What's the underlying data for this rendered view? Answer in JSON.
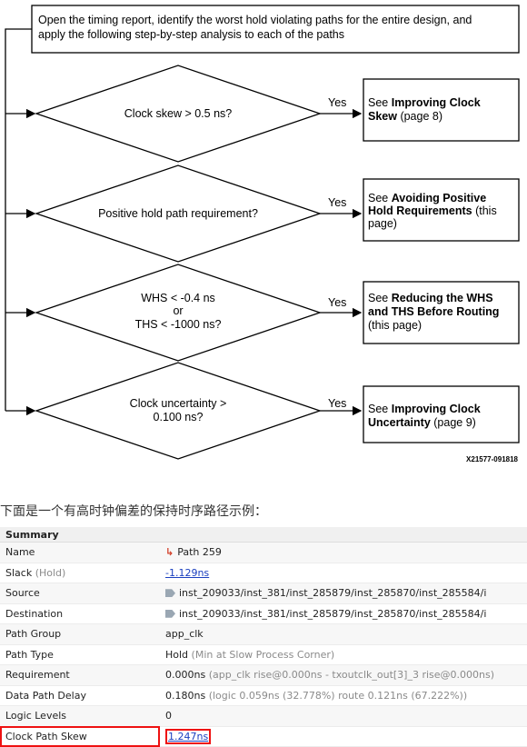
{
  "flow": {
    "intro_line1": "Open the timing report, identify the worst hold violating paths for the entire design, and",
    "intro_line2": "apply the following step-by-step analysis to each of the paths",
    "yes": "Yes",
    "d1": "Clock skew > 0.5 ns?",
    "d2": "Positive hold path requirement?",
    "d3_l1": "WHS < -0.4 ns",
    "d3_l2": "or",
    "d3_l3": "THS < -1000 ns?",
    "d4_l1": "Clock uncertainty >",
    "d4_l2": "0.100 ns?",
    "see": "See",
    "r1_l1_b": "Improving Clock",
    "r1_l2_b": "Skew",
    "r1_l2": " (page 8)",
    "r2_l1_b": "Avoiding Positive",
    "r2_l2_b": "Hold Requirements",
    "r2_l2": " (this",
    "r2_l3": "page)",
    "r3_l1_b": "Reducing the WHS",
    "r3_l2_b": "and THS Before Routing",
    "r3_l3": "(this page)",
    "r4_l1_b": "Improving Clock",
    "r4_l2_b": "Uncertainty",
    "r4_l2": " (page 9)",
    "figure_id": "X21577-091818"
  },
  "caption": "下面是一个有高时钟偏差的保持时序路径示例：",
  "summary": {
    "header": "Summary",
    "rows": {
      "name": {
        "label": "Name",
        "value": "Path 259"
      },
      "slack": {
        "label": "Slack",
        "label_note": "(Hold)",
        "value": "-1.129ns"
      },
      "source": {
        "label": "Source",
        "value": "inst_209033/inst_381/inst_285879/inst_285870/inst_285584/i"
      },
      "destination": {
        "label": "Destination",
        "value": "inst_209033/inst_381/inst_285879/inst_285870/inst_285584/i"
      },
      "path_group": {
        "label": "Path Group",
        "value": "app_clk"
      },
      "path_type": {
        "label": "Path Type",
        "value": "Hold",
        "note": "(Min at Slow Process Corner)"
      },
      "requirement": {
        "label": "Requirement",
        "value": "0.000ns",
        "note": "(app_clk rise@0.000ns - txoutclk_out[3]_3 rise@0.000ns)"
      },
      "data_path_delay": {
        "label": "Data Path Delay",
        "value": "0.180ns",
        "note": "(logic 0.059ns (32.778%)  route 0.121ns (67.222%))"
      },
      "logic_levels": {
        "label": "Logic Levels",
        "value": "0"
      },
      "clock_path_skew": {
        "label": "Clock Path Skew",
        "value": "1.247ns"
      }
    }
  },
  "colors": {
    "highlight": "#e11111",
    "link": "#1a3fbf",
    "muted": "#8a8a8a"
  }
}
